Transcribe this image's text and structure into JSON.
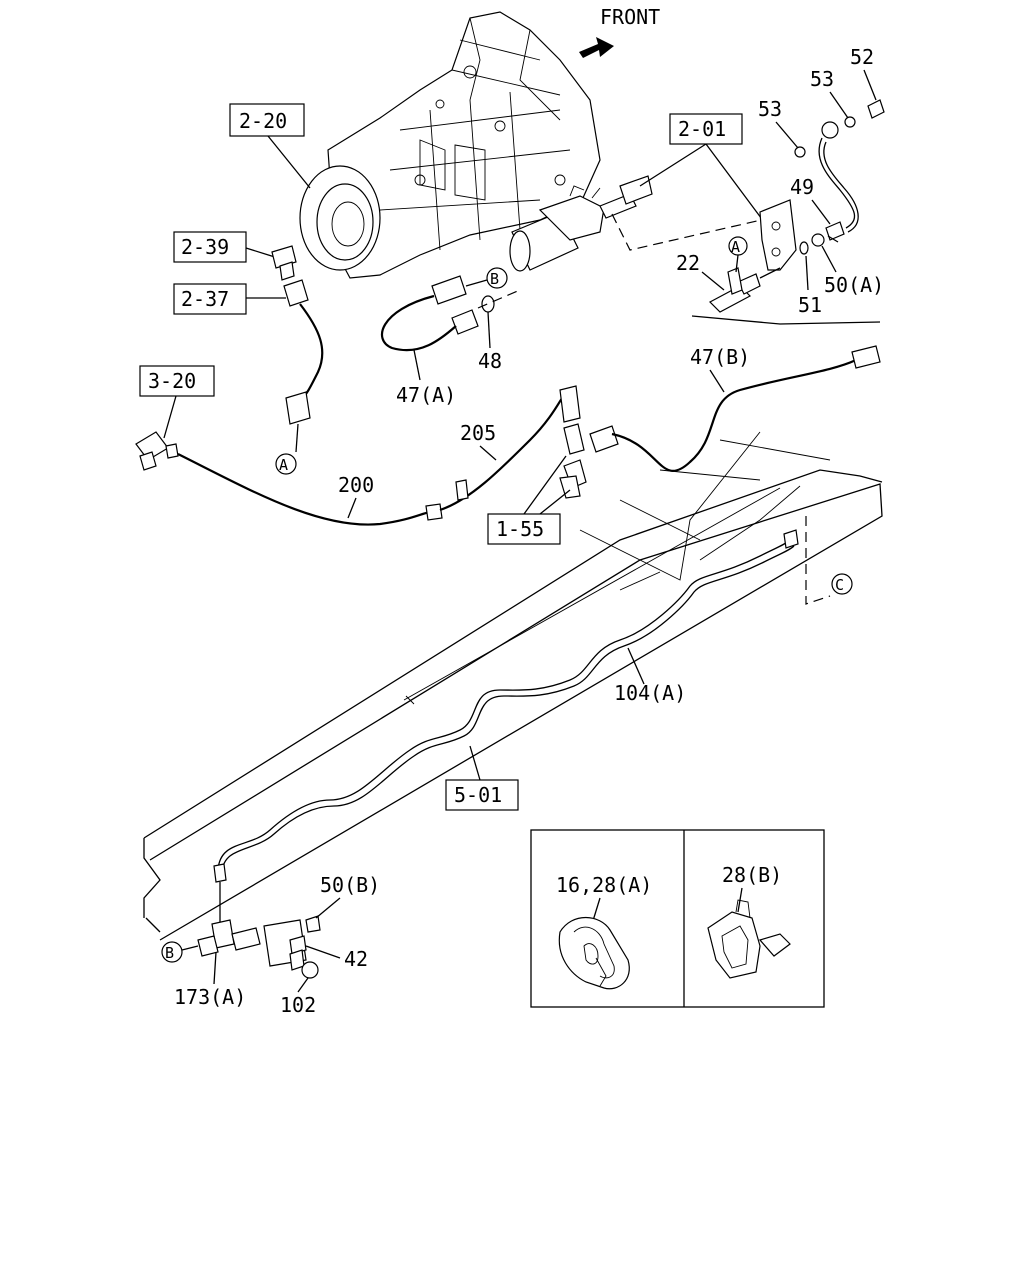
{
  "direction_label": "FRONT",
  "group_refs": {
    "transmission": "2-20",
    "bracket": "2-01",
    "fitting_2_39": "2-39",
    "hose_2_37": "2-37",
    "tee_3_20": "3-20",
    "connector_1_55": "1-55",
    "frame": "5-01"
  },
  "part_labels": {
    "p52": "52",
    "p53_top": "53",
    "p53_left": "53",
    "p49": "49",
    "p50a": "50(A)",
    "p51": "51",
    "p22": "22",
    "p48": "48",
    "p47a": "47(A)",
    "p47b": "47(B)",
    "p205": "205",
    "p200": "200",
    "p104a": "104(A)",
    "p50b": "50(B)",
    "p42": "42",
    "p173a": "173(A)",
    "p102": "102"
  },
  "markers": {
    "a_top": "A",
    "a_bottom": "A",
    "b_top": "B",
    "b_bottom": "B",
    "c": "C"
  },
  "inset": {
    "left_label": "16,28(A)",
    "right_label": "28(B)"
  }
}
